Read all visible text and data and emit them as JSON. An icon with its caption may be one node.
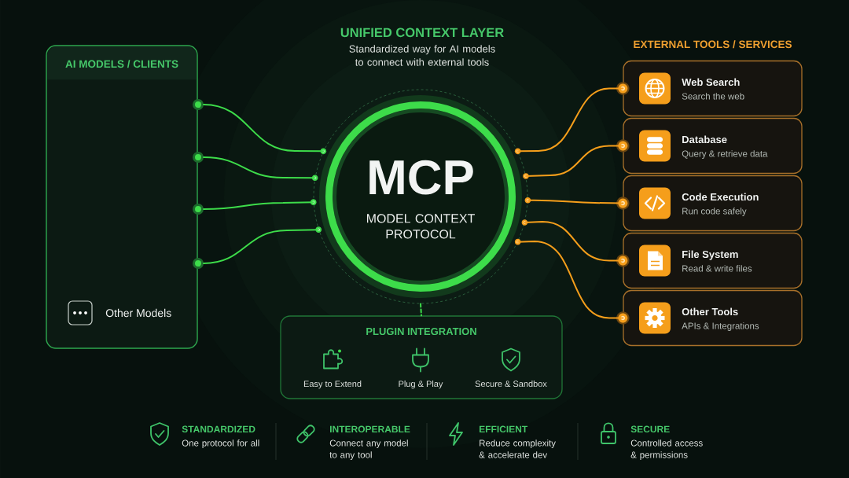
{
  "diagram": {
    "nodes": [
      {
        "text": [
          "AI MODELS / CLIENTS"
        ]
      },
      {
        "text": [],
        "shape": "circle"
      },
      {
        "text": [],
        "shape": "circle"
      },
      {
        "text": [],
        "shape": "circle"
      },
      {
        "text": [],
        "shape": "circle"
      },
      {
        "text": [
          "Other Models"
        ],
        "in": 0
      },
      {
        "text": [
          "MCP",
          "MODEL CONTEXT PROTOCOL"
        ]
      },
      {
        "text": [
          "Web Search",
          "Search the web"
        ]
      },
      {
        "text": [
          "Database",
          "Query & retrieve data"
        ]
      },
      {
        "text": [
          "Code Execution",
          "Run code safely"
        ]
      },
      {
        "text": [
          "File System",
          "Read & write files"
        ]
      },
      {
        "text": [
          "Other Tools",
          "APIs & Integrations"
        ]
      },
      {
        "text": [
          "PLUGIN INTEGRATION",
          "Easy to Extend",
          "Plug & Play",
          "Secure & Sandbox"
        ]
      }
    ],
    "edges": [
      {
        "from": 1,
        "to": 6,
        "arrow": "none",
        "color": "#3ddc4a"
      },
      {
        "from": 2,
        "to": 6,
        "arrow": "none",
        "color": "#3ddc4a"
      },
      {
        "from": 3,
        "to": 6,
        "arrow": "none",
        "color": "#3ddc4a"
      },
      {
        "from": 4,
        "to": 6,
        "arrow": "none",
        "color": "#3ddc4a"
      },
      {
        "from": 6,
        "to": 7,
        "arrow": "none",
        "color": "#f59e1b"
      },
      {
        "from": 6,
        "to": 8,
        "arrow": "none",
        "color": "#f59e1b"
      },
      {
        "from": 6,
        "to": 9,
        "arrow": "none",
        "color": "#f59e1b"
      },
      {
        "from": 6,
        "to": 10,
        "arrow": "none",
        "color": "#f59e1b"
      },
      {
        "from": 6,
        "to": 11,
        "arrow": "none",
        "color": "#f59e1b"
      },
      {
        "from": 6,
        "to": 12,
        "arrow": "none",
        "style": "dashed",
        "color": "#3ddc4a"
      }
    ],
    "labels": [
      "UNIFIED CONTEXT LAYER",
      "Standardized way for AI models to connect with external tools",
      "EXTERNAL TOOLS / SERVICES",
      "STANDARDIZED",
      "One protocol for all",
      "INTEROPERABLE",
      "Connect any model to any tool",
      "EFFICIENT",
      "Reduce complexity & accelerate dev",
      "SECURE",
      "Controlled access & permissions"
    ]
  }
}
